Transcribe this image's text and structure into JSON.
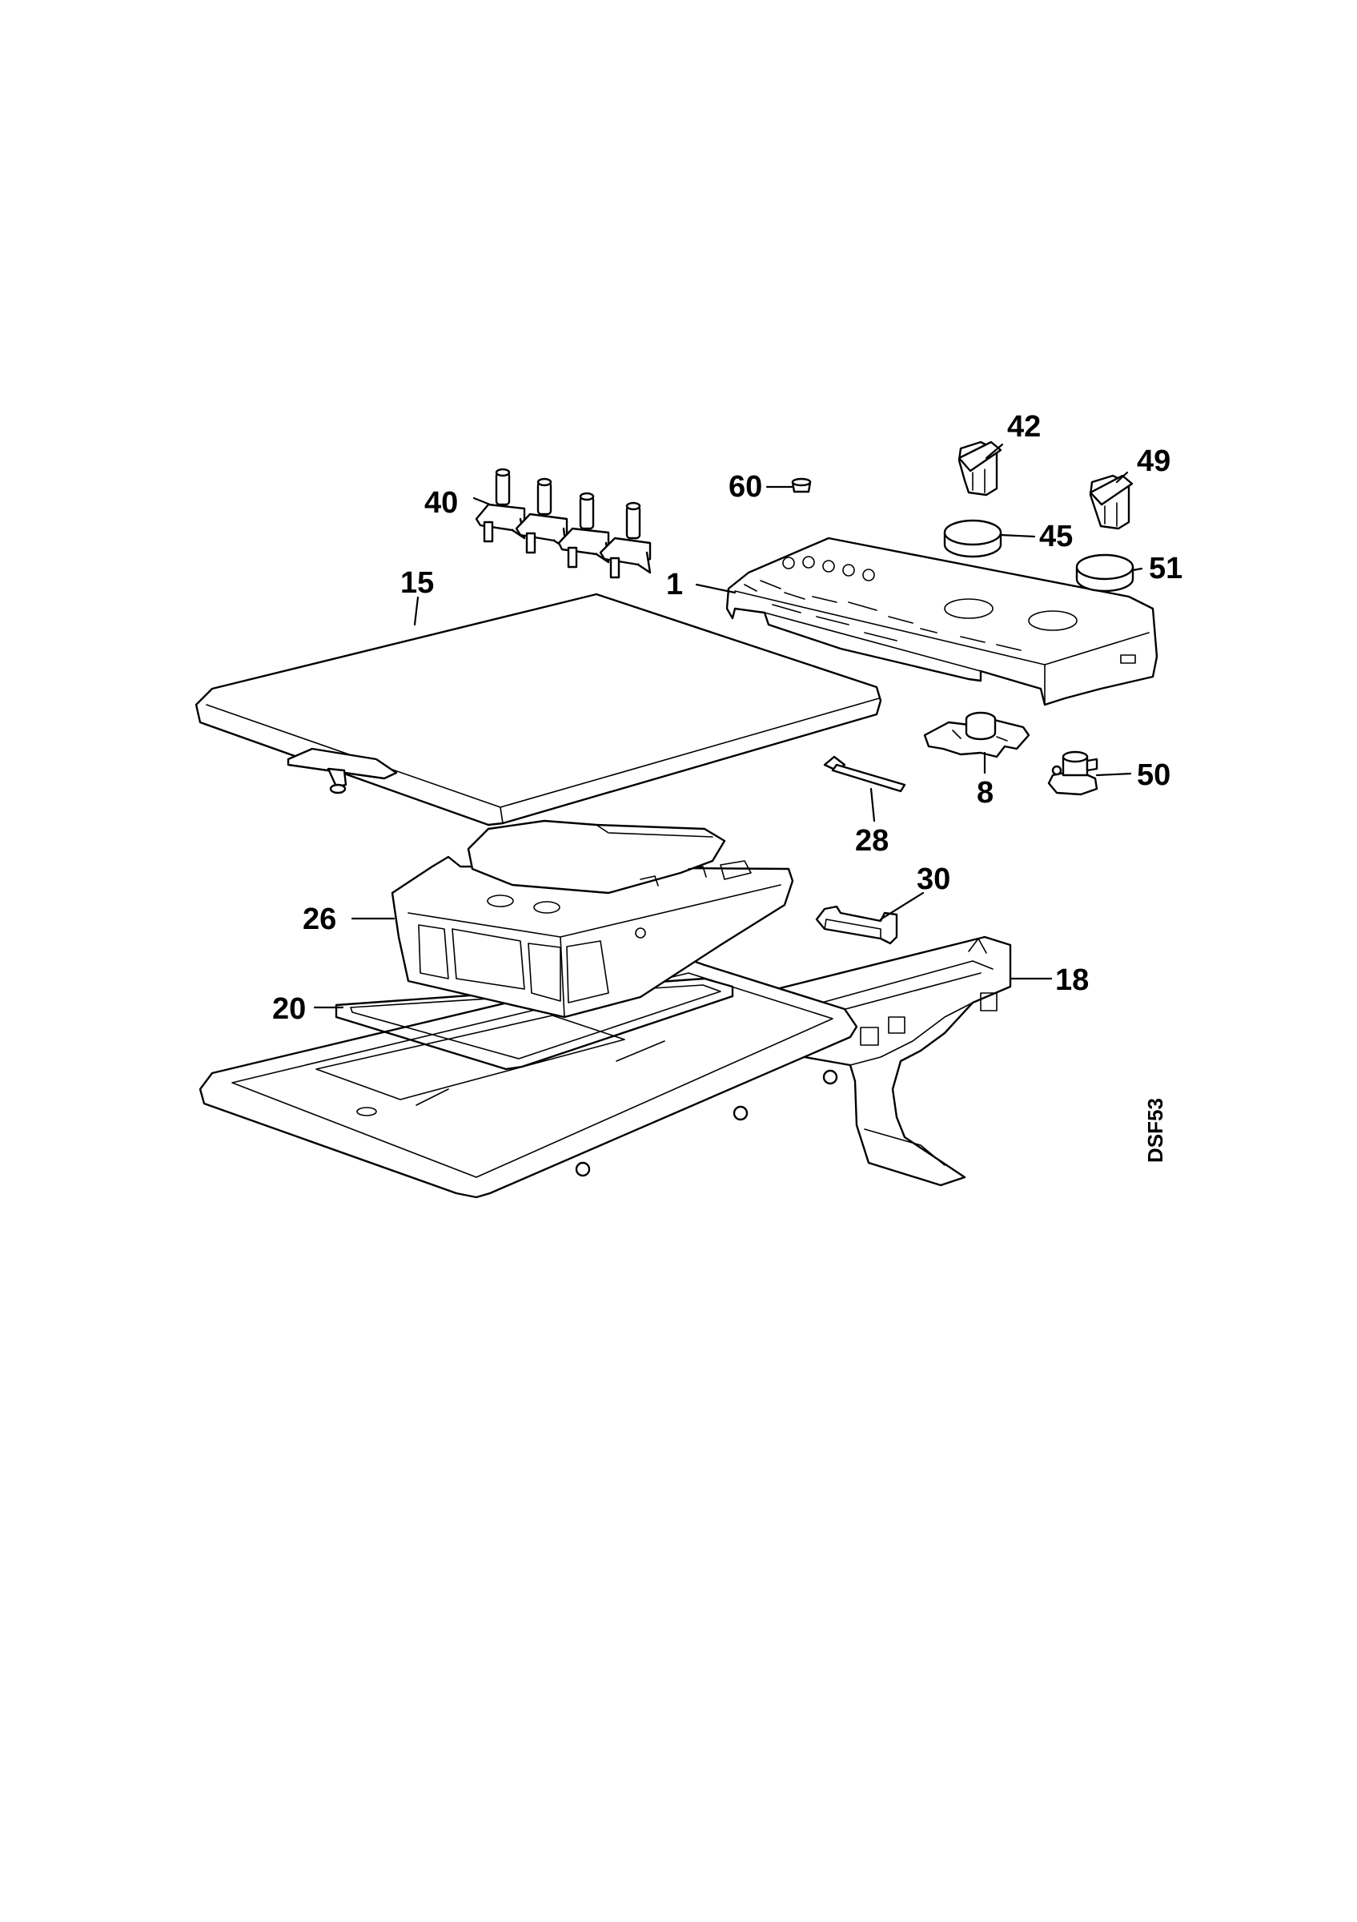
{
  "diagram": {
    "code": "DSF53",
    "labels": {
      "p1": "1",
      "p8": "8",
      "p15": "15",
      "p18": "18",
      "p20": "20",
      "p26": "26",
      "p28": "28",
      "p30": "30",
      "p40": "40",
      "p42": "42",
      "p45": "45",
      "p49": "49",
      "p50": "50",
      "p51": "51",
      "p60": "60"
    }
  }
}
